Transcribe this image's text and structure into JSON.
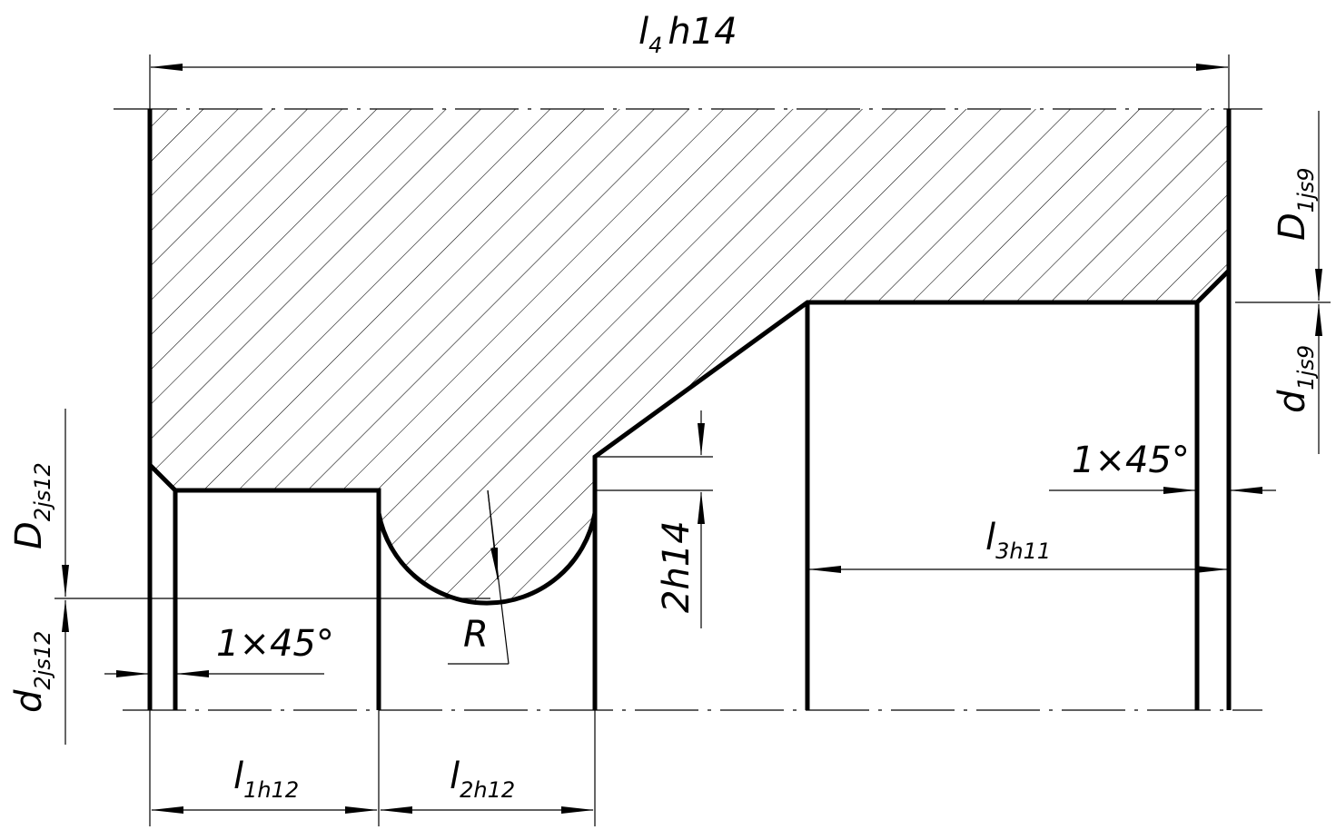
{
  "labels": {
    "l4": {
      "main": "l",
      "sub": "4",
      "tail": "h14"
    },
    "D1": {
      "main": "D",
      "sub": "1js9"
    },
    "d1": {
      "main": "d",
      "sub": "1js9"
    },
    "chamfer_right": "1×45°",
    "l3": {
      "main": "l",
      "sub": "3h11"
    },
    "D2": {
      "main": "D",
      "sub": "2js12"
    },
    "d2": {
      "main": "d",
      "sub": "2js12"
    },
    "chamfer_left": "1×45°",
    "radius": "R",
    "groove_depth": "2h14",
    "l1": {
      "main": "l",
      "sub": "1h12"
    },
    "l2": {
      "main": "l",
      "sub": "2h12"
    }
  },
  "colors": {
    "line": "#000000",
    "background": "#ffffff"
  }
}
